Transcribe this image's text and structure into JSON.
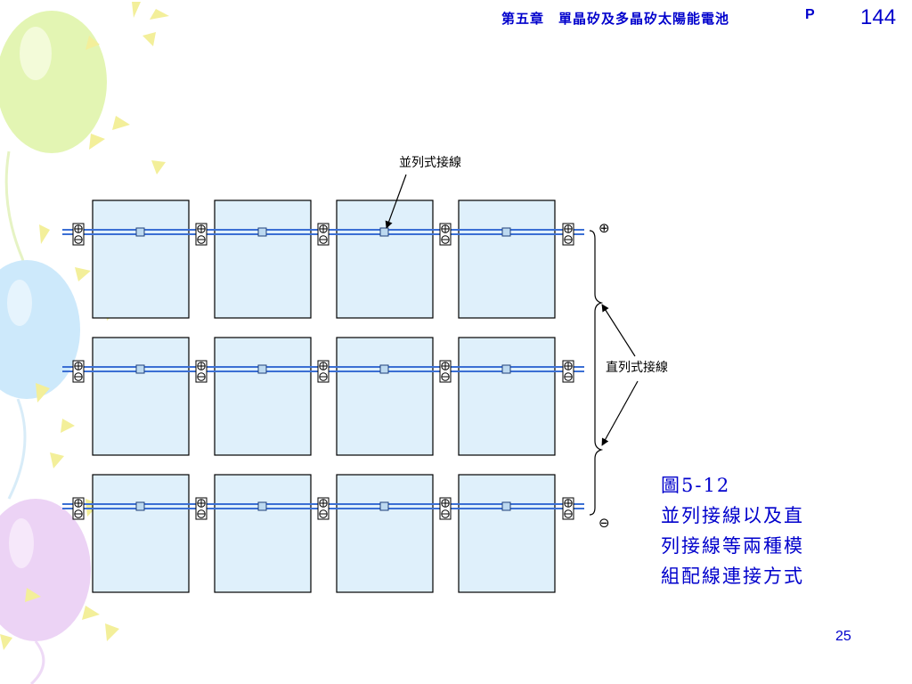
{
  "header": {
    "title": "第五章　單晶矽及多晶矽太陽能電池",
    "p_label": "P",
    "page_number": "144"
  },
  "diagram": {
    "parallel_label": "並列式接線",
    "series_label": "直列式接線",
    "positive_symbol": "⊕",
    "negative_symbol": "⊖"
  },
  "caption": {
    "lines": [
      "圖5-12",
      "並列接線以及直",
      "列接線等兩種模",
      "組配線連接方式"
    ]
  },
  "footer": {
    "slide_number": "25"
  },
  "colors": {
    "header_text": "#0000cc",
    "module_fill": "#dff0fb",
    "wire": "#3b6fd4",
    "balloon_green": "#e3f5b3",
    "balloon_blue": "#cde9fb",
    "balloon_purple": "#ecd3f5",
    "confetti_yellow": "#f3ef9a"
  }
}
